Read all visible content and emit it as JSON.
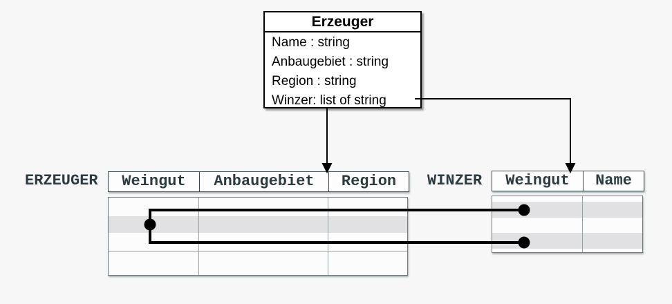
{
  "class_box": {
    "title": "Erzeuger",
    "attributes": [
      "Name : string",
      "Anbaugebiet : string",
      "Region : string",
      "Winzer: list of string"
    ]
  },
  "tables": {
    "erzeuger": {
      "label": "ERZEUGER",
      "columns": [
        "Weingut",
        "Anbaugebiet",
        "Region"
      ],
      "body_rows": 4,
      "highlighted_row_index": 2
    },
    "winzer": {
      "label": "WINZER",
      "columns": [
        "Weingut",
        "Name"
      ],
      "body_rows": 4,
      "highlighted_row_indexes": [
        2,
        4
      ]
    }
  },
  "relationships": {
    "arrow_from_class_to_erzeuger": "Erzeuger class maps to ERZEUGER table",
    "arrow_from_winzer_attribute_to_winzer_table": "Winzer: list of string maps to WINZER table",
    "row_links": "ERZEUGER highlighted row links to two WINZER highlighted rows"
  },
  "colors": {
    "bg": "#f7f7f8",
    "box-bg": "#ffffff",
    "box-border": "#000000",
    "mono-text": "#2c3b40",
    "hdr-border": "#3c4b50",
    "body-border": "#6e7d81",
    "grid": "#95a1a4",
    "hl": "#e1e1e4",
    "link": "#000000"
  }
}
